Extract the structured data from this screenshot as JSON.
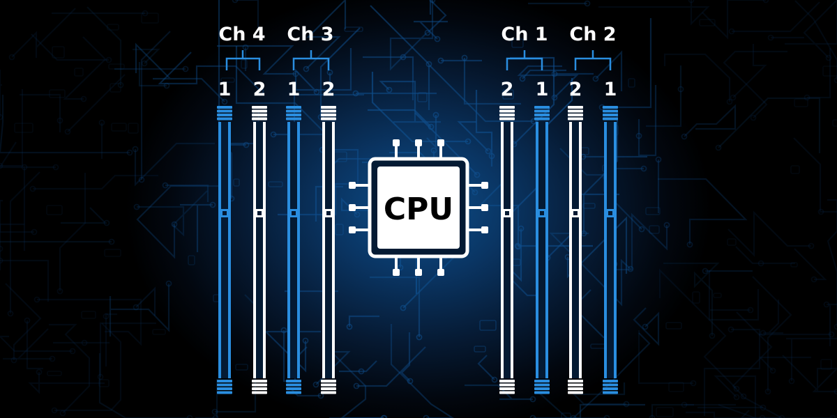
{
  "colors": {
    "accent_blue": "#2a8ee0",
    "slot_white": "#ffffff",
    "background": "#031326",
    "trace": "#0f4d8a"
  },
  "cpu": {
    "label": "CPU"
  },
  "channels": [
    {
      "label": "Ch 4",
      "slots": [
        {
          "number": "1",
          "color": "blue"
        },
        {
          "number": "2",
          "color": "white"
        }
      ]
    },
    {
      "label": "Ch 3",
      "slots": [
        {
          "number": "1",
          "color": "blue"
        },
        {
          "number": "2",
          "color": "white"
        }
      ]
    },
    {
      "label": "Ch 1",
      "slots": [
        {
          "number": "2",
          "color": "white"
        },
        {
          "number": "1",
          "color": "blue"
        }
      ]
    },
    {
      "label": "Ch 2",
      "slots": [
        {
          "number": "2",
          "color": "white"
        },
        {
          "number": "1",
          "color": "blue"
        }
      ]
    }
  ]
}
